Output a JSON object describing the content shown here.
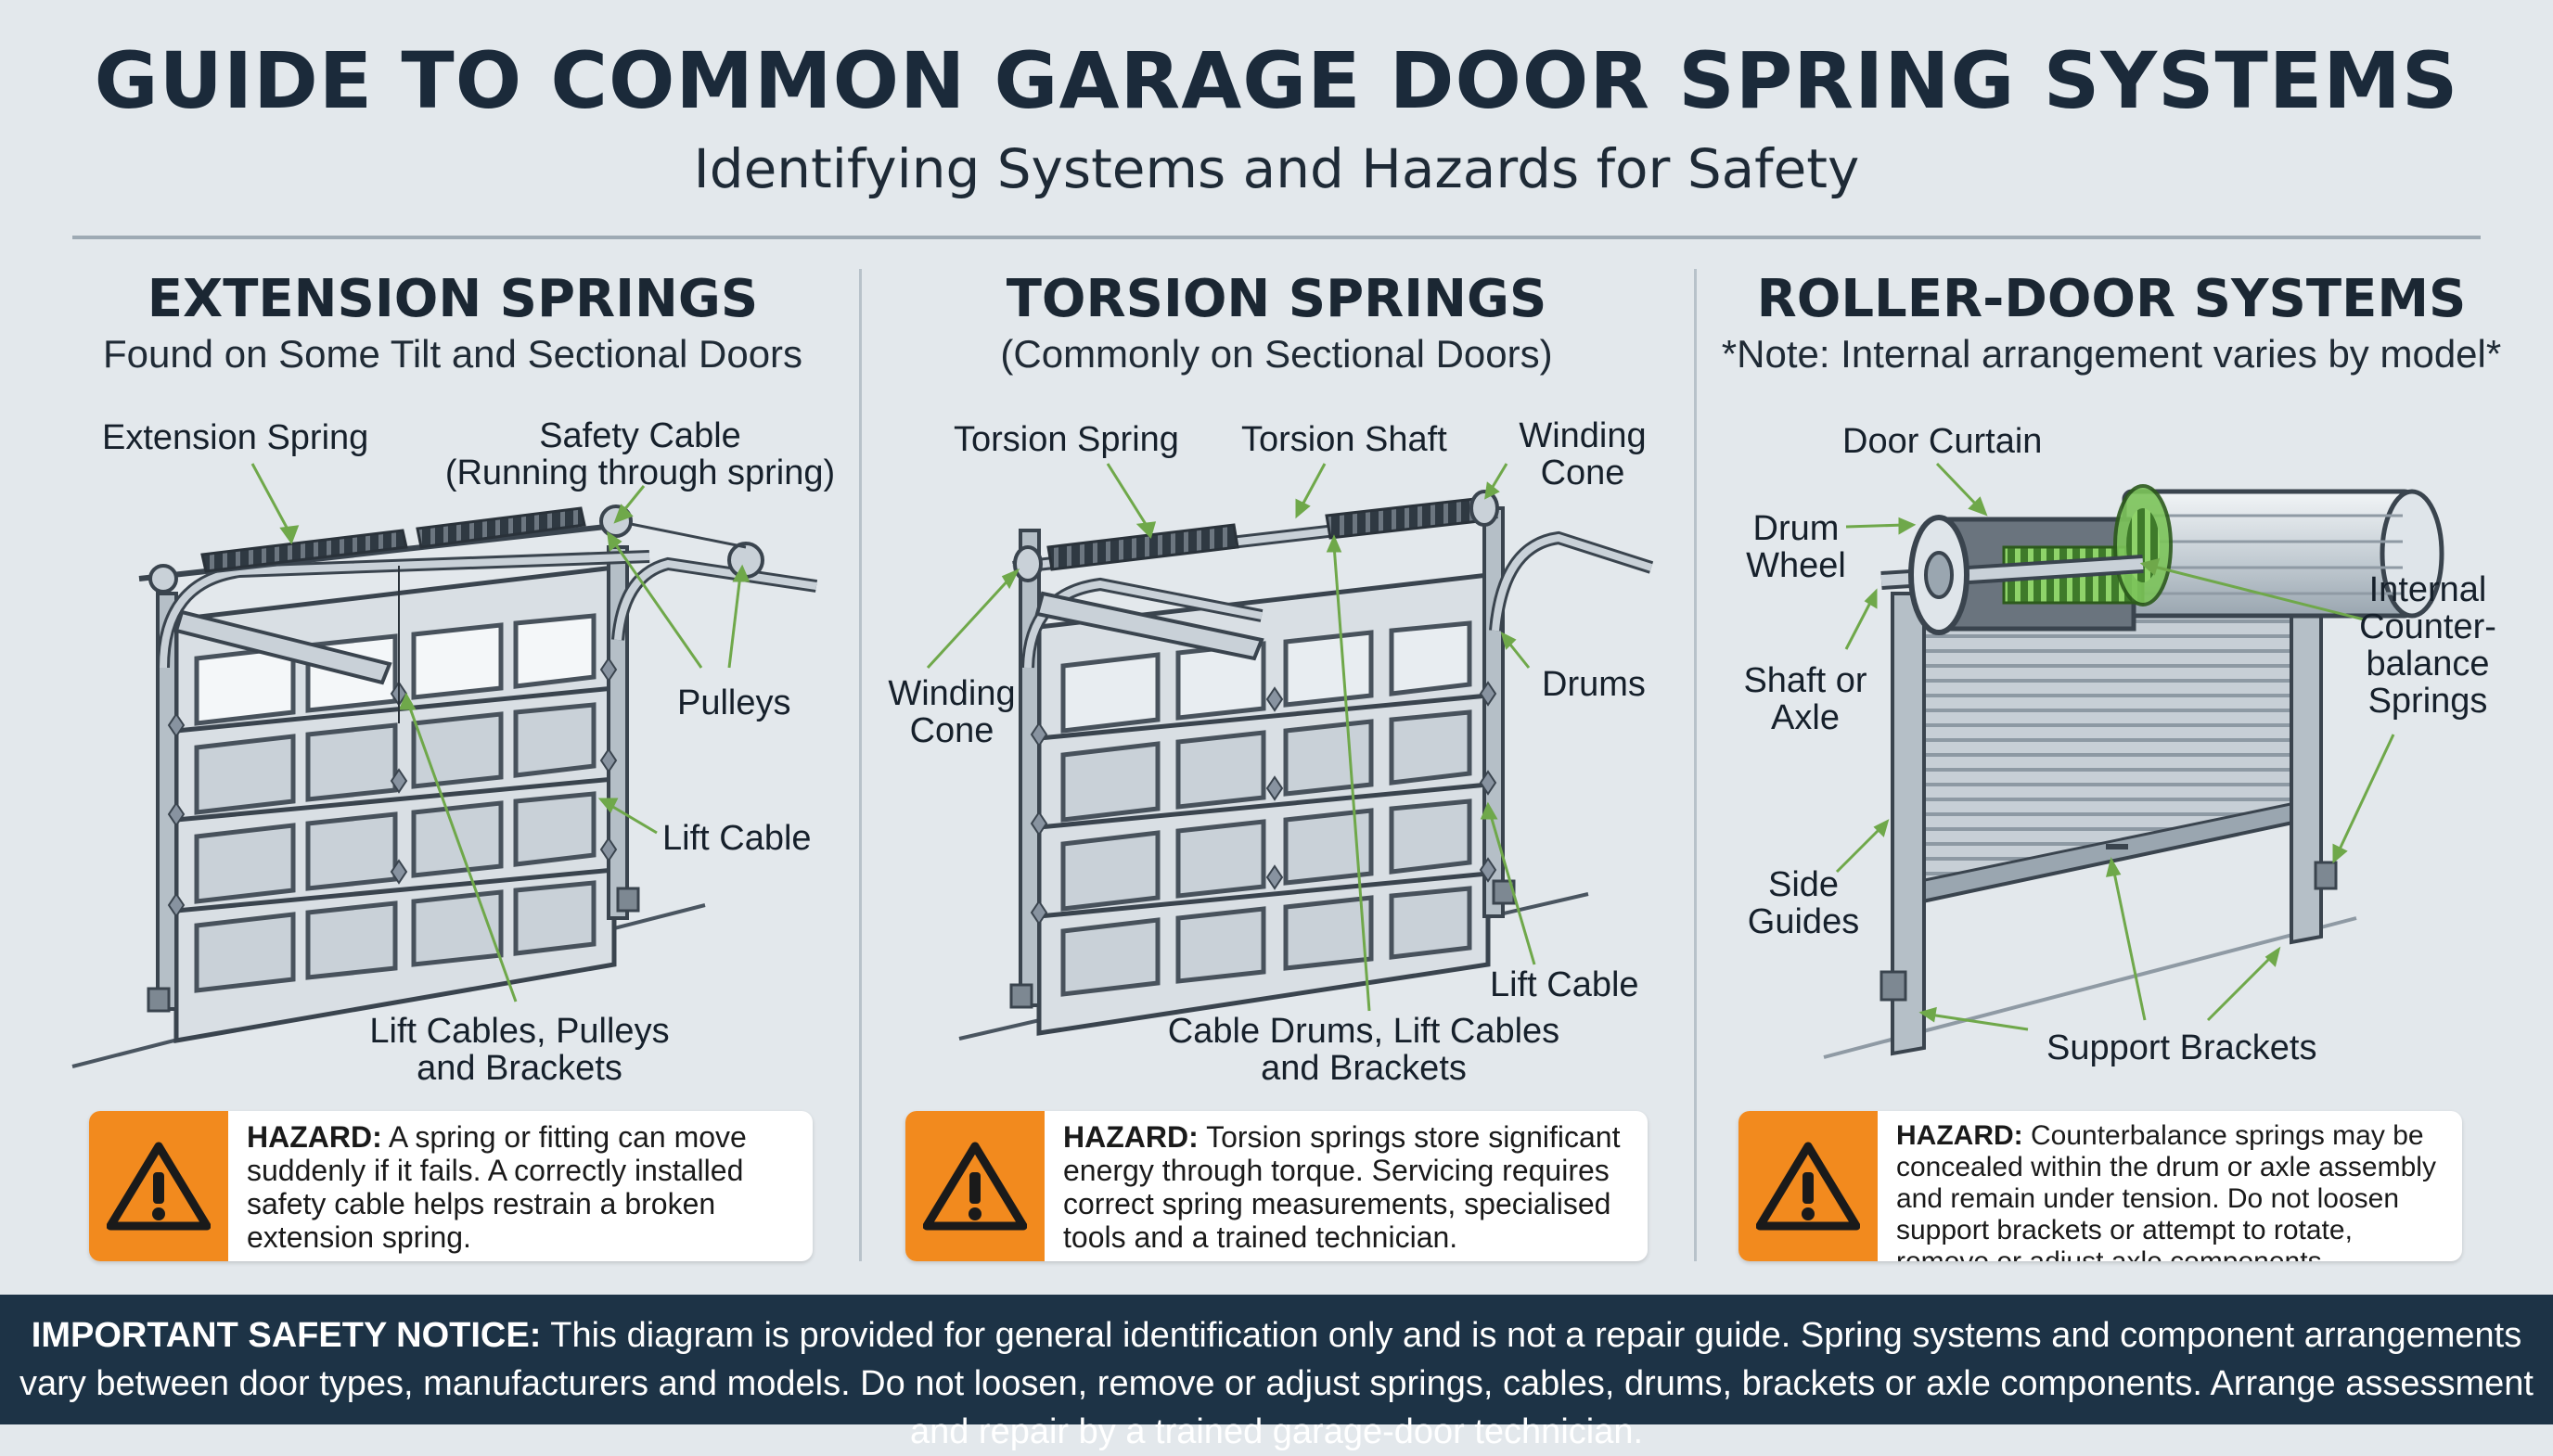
{
  "header": {
    "title": "GUIDE TO COMMON GARAGE DOOR SPRING SYSTEMS",
    "subtitle": "Identifying Systems and Hazards for Safety"
  },
  "extension": {
    "title": "EXTENSION SPRINGS",
    "subtitle": "Found on Some Tilt and Sectional Doors",
    "labels": {
      "spring": "Extension Spring",
      "safety_cable": "Safety Cable",
      "safety_cable_note": "(Running through spring)",
      "pulleys": "Pulleys",
      "lift_cable": "Lift Cable",
      "assembly_line1": "Lift Cables, Pulleys",
      "assembly_line2": "and Brackets"
    },
    "hazard_label": "HAZARD:",
    "hazard_text": "A spring or fitting can move suddenly if it fails. A correctly installed safety cable helps restrain a broken extension spring."
  },
  "torsion": {
    "title": "TORSION SPRINGS",
    "subtitle": "(Commonly on Sectional Doors)",
    "labels": {
      "spring": "Torsion Spring",
      "shaft": "Torsion Shaft",
      "winding_cone_top_1": "Winding",
      "winding_cone_top_2": "Cone",
      "winding_cone_left_1": "Winding",
      "winding_cone_left_2": "Cone",
      "drums": "Drums",
      "lift_cable": "Lift Cable",
      "assembly_line1": "Cable Drums, Lift Cables",
      "assembly_line2": "and Brackets"
    },
    "hazard_label": "HAZARD:",
    "hazard_text": "Torsion springs store significant energy through torque. Servicing requires correct spring measurements, specialised tools and a trained technician."
  },
  "roller": {
    "title": "ROLLER-DOOR SYSTEMS",
    "subtitle": "*Note: Internal arrangement varies by model*",
    "labels": {
      "curtain": "Door Curtain",
      "drum_wheel_1": "Drum",
      "drum_wheel_2": "Wheel",
      "shaft_1": "Shaft or",
      "shaft_2": "Axle",
      "internal_1": "Internal",
      "internal_2": "Counter-",
      "internal_3": "balance",
      "internal_4": "Springs",
      "side_guides_1": "Side",
      "side_guides_2": "Guides",
      "support_brackets": "Support Brackets"
    },
    "hazard_label": "HAZARD:",
    "hazard_text": "Counterbalance springs may be concealed within the drum or axle assembly and remain under tension. Do not loosen support brackets or attempt to rotate, remove or adjust axle components."
  },
  "footer": {
    "label": "IMPORTANT SAFETY NOTICE:",
    "text": "This diagram is provided for general identification only and is not a repair guide. Spring systems and component arrangements vary between door types, manufacturers and models. Do not loosen, remove or adjust springs, cables, drums, brackets or axle components. Arrange assessment and repair by a trained garage-door technician."
  },
  "colors": {
    "hazard_orange": "#f28a1e",
    "footer_navy": "#1d3346",
    "leader_green": "#6fa84a",
    "spring_green": "#7cc45a"
  },
  "icons": [
    "warning-triangle-icon"
  ]
}
